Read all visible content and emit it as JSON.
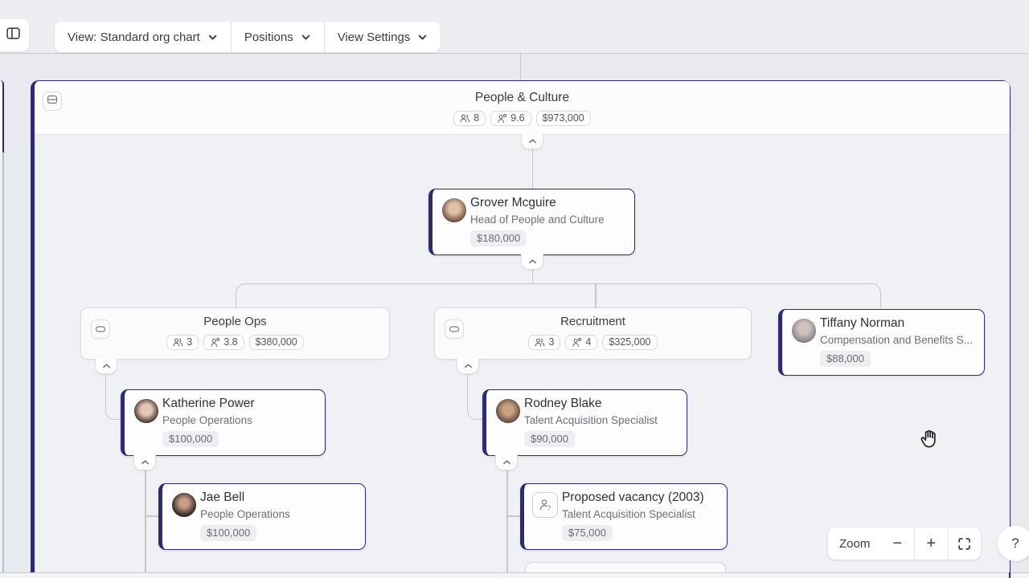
{
  "toolbar": {
    "view": "View: Standard org chart",
    "positions": "Positions",
    "view_settings": "View Settings"
  },
  "root": {
    "title": "People & Culture",
    "headcount": "8",
    "fte": "9.6",
    "budget": "$973,000"
  },
  "groups": {
    "people_ops": {
      "title": "People Ops",
      "headcount": "3",
      "fte": "3.8",
      "budget": "$380,000"
    },
    "recruitment": {
      "title": "Recruitment",
      "headcount": "3",
      "fte": "4",
      "budget": "$325,000"
    }
  },
  "cards": {
    "grover": {
      "name": "Grover Mcguire",
      "title": "Head of People and Culture",
      "salary": "$180,000"
    },
    "tiffany": {
      "name": "Tiffany Norman",
      "title": "Compensation and Benefits S...",
      "salary": "$88,000"
    },
    "katherine": {
      "name": "Katherine Power",
      "title": "People Operations",
      "salary": "$100,000"
    },
    "rodney": {
      "name": "Rodney Blake",
      "title": "Talent Acquisition Specialist",
      "salary": "$90,000"
    },
    "jae": {
      "name": "Jae Bell",
      "title": "People Operations",
      "salary": "$100,000"
    },
    "vacancy": {
      "name": "Proposed vacancy (2003)",
      "title": "Talent Acquisition Specialist",
      "salary": "$75,000"
    }
  },
  "zoom_bar": {
    "label": "Zoom",
    "minus": "−",
    "plus": "+"
  },
  "help": {
    "label": "?"
  },
  "colors": {
    "accent": "#2b2b78",
    "connector": "#c5c6cb"
  }
}
